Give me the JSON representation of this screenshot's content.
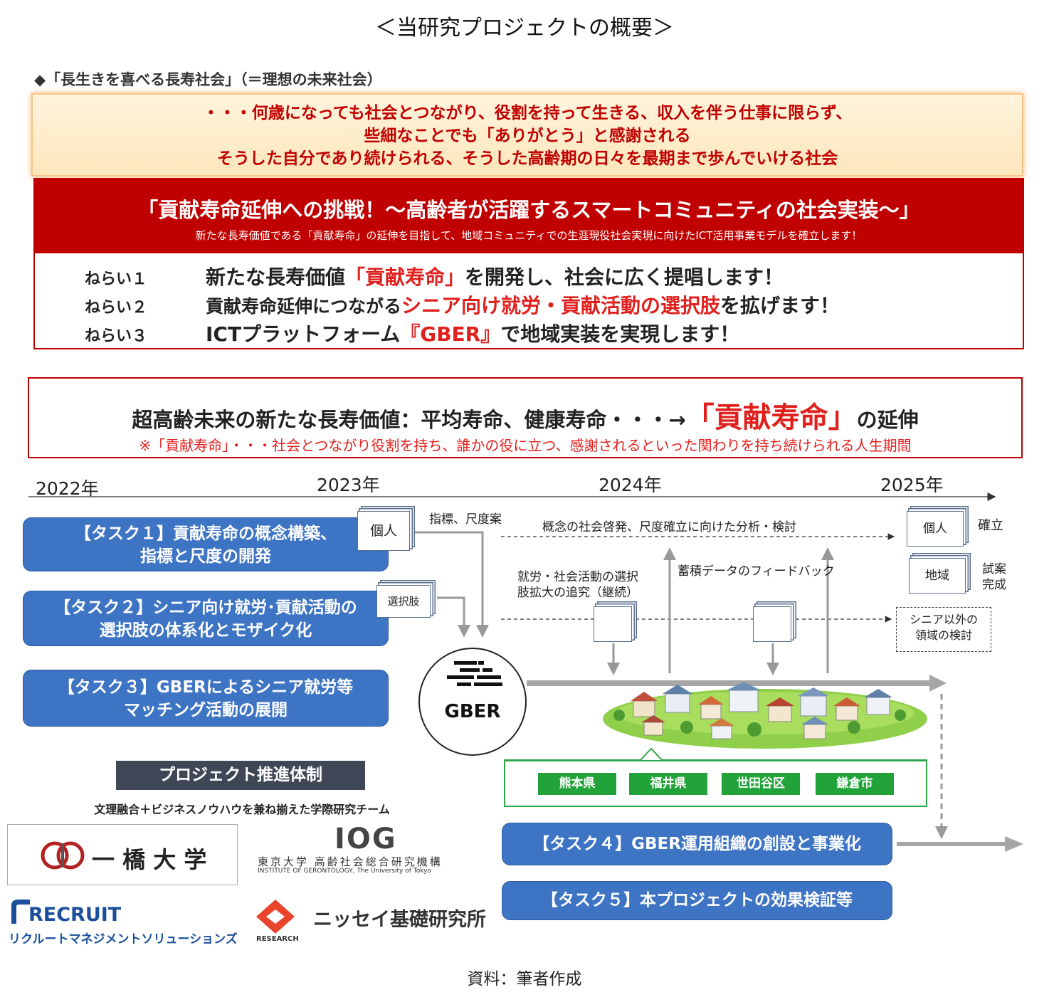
{
  "title": "＜当研究プロジェクトの概要＞",
  "ideal": {
    "heading": "◆「長生きを喜べる長寿社会」（＝理想の未来社会）",
    "lines": [
      "・・・何歳になっても社会とつながり、役割を持って生きる、収入を伴う仕事に限らず、",
      "些細なことでも「ありがとう」と感謝される",
      "そうした自分であり続けられる、そうした高齢期の日々を最期まで歩んでいける社会"
    ]
  },
  "banner": {
    "main": "「貢献寿命延伸への挑戦！～高齢者が活躍するスマートコミュニティの社会実装～」",
    "desc": "新たな長寿価値である「貢献寿命」の延伸を目指して、地域コミュニティでの生涯現役社会実現に向けたICT活用事業モデルを確立します！"
  },
  "aims": [
    {
      "label": "ねらい１",
      "pre": "新たな長寿価値",
      "red": "「貢献寿命」",
      "post": "を開発し、社会に広く提唱します！"
    },
    {
      "label": "ねらい２",
      "pre": "貢献寿命延伸につながる",
      "red": "シニア向け就労・貢献活動の選択肢",
      "post": "を拡げます！"
    },
    {
      "label": "ねらい３",
      "pre": "ICTプラットフォーム",
      "red": "『GBER』",
      "post": "で地域実装を実現します！"
    }
  ],
  "lifespan": {
    "line_pre": "超高齢未来の新たな長寿価値：平均寿命、健康寿命・・・→",
    "line_big": "「貢献寿命」",
    "line_post": "の延伸",
    "note": "※「貢献寿命」・・・社会とつながり役割を持ち、誰かの役に立つ、感謝されるといった関わりを持ち続けられる人生期間"
  },
  "years": [
    "2022年",
    "2023年",
    "2024年",
    "2025年"
  ],
  "tasks": {
    "t1_l1": "【タスク１】貢献寿命の概念構築、",
    "t1_l2": "指標と尺度の開発",
    "t2_l1": "【タスク２】シニア向け就労･貢献活動の",
    "t2_l2": "選択肢の体系化とモザイク化",
    "t3_l1": "【タスク３】GBERによるシニア就労等",
    "t3_l2": "マッチング活動の展開",
    "t4": "【タスク４】GBER運用組織の創設と事業化",
    "t5": "【タスク５】本プロジェクトの効果検証等"
  },
  "docs": {
    "kojin": "個人",
    "sentakushi": "選択肢",
    "kojin2": "個人",
    "chiiki": "地域"
  },
  "notes": {
    "shihyo": "指標、尺度案",
    "gainen": "概念の社会啓発、尺度確立に向けた分析・検討",
    "shuro_l1": "就労・社会活動の選択",
    "shuro_l2": "肢拡大の追究（継続）",
    "feedback": "蓄積データのフィードバック",
    "kakuritsu": "確立",
    "shian_l1": "試案",
    "shian_l2": "完成",
    "senior_l1": "シニア以外の",
    "senior_l2": "領域の検討"
  },
  "gber": "GBER",
  "regions": [
    "熊本県",
    "福井県",
    "世田谷区",
    "鎌倉市"
  ],
  "team": {
    "heading": "プロジェクト推進体制",
    "desc": "文理融合＋ビジネスノウハウを兼ね揃えた学際研究チーム"
  },
  "orgs": {
    "hitotsubashi": "一 橋 大 学",
    "iog_logo": "IOG",
    "iog_name": "東京大学 高齢社会総合研究機構",
    "iog_en": "INSTITUTE OF GERONTOLOGY, The University of Tokyo",
    "recruit_logo": "RECRUIT",
    "recruit_name": "リクルートマネジメントソリューションズ",
    "nissay": "ニッセイ基礎研究所",
    "nissay_sub": "RESEARCH"
  },
  "source": "資料：筆者作成",
  "colors": {
    "red": "#c00000",
    "bright_red": "#e0201d",
    "task_blue": "#3e74c4",
    "green": "#22a33a",
    "team_gray": "#3f4756"
  }
}
